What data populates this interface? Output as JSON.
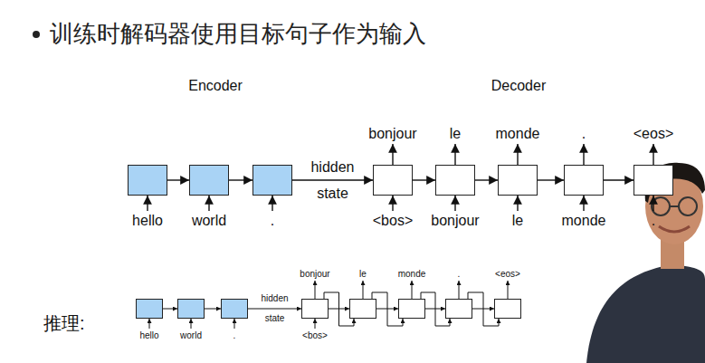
{
  "diagram": {
    "title": "训练时解码器使用目标句子作为输入",
    "nodes": [
      {
        "text": [
          "hello"
        ]
      },
      {
        "text": [
          "world"
        ]
      },
      {
        "text": [
          "."
        ]
      },
      {
        "text": [
          "bonjour",
          "<bos>"
        ]
      },
      {
        "text": [
          "le",
          "bonjour"
        ]
      },
      {
        "text": [
          "monde",
          "le"
        ]
      },
      {
        "text": [
          ".",
          "monde"
        ]
      },
      {
        "text": [
          "<eos>",
          "."
        ]
      },
      {
        "text": [
          "hello"
        ]
      },
      {
        "text": [
          "world"
        ]
      },
      {
        "text": [
          "."
        ]
      },
      {
        "text": [
          "bonjour",
          "<bos>"
        ]
      },
      {
        "text": [
          "le"
        ]
      },
      {
        "text": [
          "monde"
        ]
      },
      {
        "text": [
          "."
        ]
      },
      {
        "text": [
          "<eos>"
        ]
      }
    ],
    "edges": [
      {
        "from": 0,
        "to": 1,
        "arrow": "to"
      },
      {
        "from": 1,
        "to": 2,
        "arrow": "to"
      },
      {
        "from": 2,
        "to": 3,
        "label": "hidden state",
        "arrow": "to"
      },
      {
        "from": 3,
        "to": 4,
        "arrow": "to"
      },
      {
        "from": 4,
        "to": 5,
        "arrow": "to"
      },
      {
        "from": 5,
        "to": 6,
        "arrow": "to"
      },
      {
        "from": 6,
        "to": 7,
        "arrow": "to"
      },
      {
        "from": 8,
        "to": 9,
        "arrow": "to"
      },
      {
        "from": 9,
        "to": 10,
        "arrow": "to"
      },
      {
        "from": 10,
        "to": 11,
        "label": "hidden state",
        "arrow": "to"
      },
      {
        "from": 11,
        "to": 12,
        "arrow": "to"
      },
      {
        "from": 11,
        "to": 12,
        "arrow": "to"
      },
      {
        "from": 12,
        "to": 13,
        "arrow": "to"
      },
      {
        "from": 12,
        "to": 13,
        "arrow": "to"
      },
      {
        "from": 13,
        "to": 14,
        "arrow": "to"
      },
      {
        "from": 13,
        "to": 14,
        "arrow": "to"
      },
      {
        "from": 14,
        "to": 15,
        "arrow": "to"
      },
      {
        "from": 14,
        "to": 15,
        "arrow": "to"
      }
    ],
    "labels": [
      "Encoder",
      "Decoder",
      "推理:"
    ]
  }
}
